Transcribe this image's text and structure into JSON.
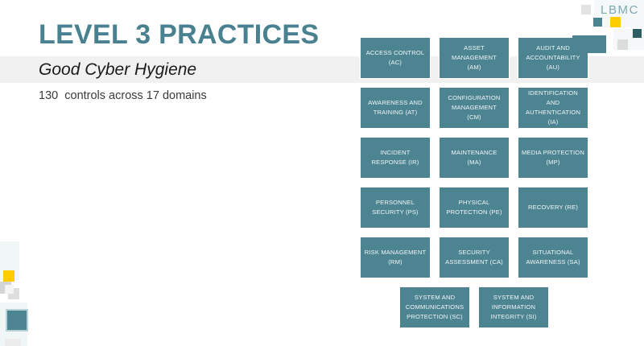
{
  "slide": {
    "title": "LEVEL 3 PRACTICES",
    "subtitle": "Good Cyber Hygiene",
    "tagline": "130  controls across 17 domains"
  },
  "brand": {
    "name": "LBMC",
    "accent_teal": "#4d8492",
    "accent_gold": "#ffcc00",
    "accent_dark_teal": "#2e5e63",
    "band_grey": "#f1f1f1",
    "title_color": "#4a8190"
  },
  "domains": {
    "count": 17,
    "items": [
      {
        "id": "AC",
        "lines": [
          "ACCESS CONTROL",
          "(AC)"
        ]
      },
      {
        "id": "AM",
        "lines": [
          "ASSET",
          "MANAGEMENT",
          "(AM)"
        ]
      },
      {
        "id": "AU",
        "lines": [
          "AUDIT AND",
          "ACCOUNTABILITY",
          "(AU)"
        ]
      },
      {
        "id": "AT",
        "lines": [
          "AWARENESS AND",
          "TRAINING (AT)"
        ]
      },
      {
        "id": "CM",
        "lines": [
          "CONFIGURATION",
          "MANAGEMENT",
          "(CM)"
        ]
      },
      {
        "id": "IA",
        "lines": [
          "IDENTIFICATION",
          "AND",
          "AUTHENTICATION",
          "(IA)"
        ]
      },
      {
        "id": "IR",
        "lines": [
          "INCIDENT",
          "RESPONSE (IR)"
        ]
      },
      {
        "id": "MA",
        "lines": [
          "MAINTENANCE",
          "(MA)"
        ]
      },
      {
        "id": "MP",
        "lines": [
          "MEDIA PROTECTION",
          "(MP)"
        ]
      },
      {
        "id": "PS",
        "lines": [
          "PERSONNEL",
          "SECURITY (PS)"
        ]
      },
      {
        "id": "PE",
        "lines": [
          "PHYSICAL",
          "PROTECTION (PE)"
        ]
      },
      {
        "id": "RE",
        "lines": [
          "RECOVERY (RE)"
        ]
      },
      {
        "id": "RM",
        "lines": [
          "RISK MANAGEMENT",
          "(RM)"
        ]
      },
      {
        "id": "CA",
        "lines": [
          "SECURITY",
          "ASSESSMENT (CA)"
        ]
      },
      {
        "id": "SA",
        "lines": [
          "SITUATIONAL",
          "AWARENESS (SA)"
        ]
      },
      {
        "id": "SC",
        "lines": [
          "SYSTEM AND",
          "COMMUNICATIONS",
          "PROTECTION (SC)"
        ]
      },
      {
        "id": "SI",
        "lines": [
          "SYSTEM AND",
          "INFORMATION",
          "INTEGRITY (SI)"
        ]
      }
    ]
  }
}
